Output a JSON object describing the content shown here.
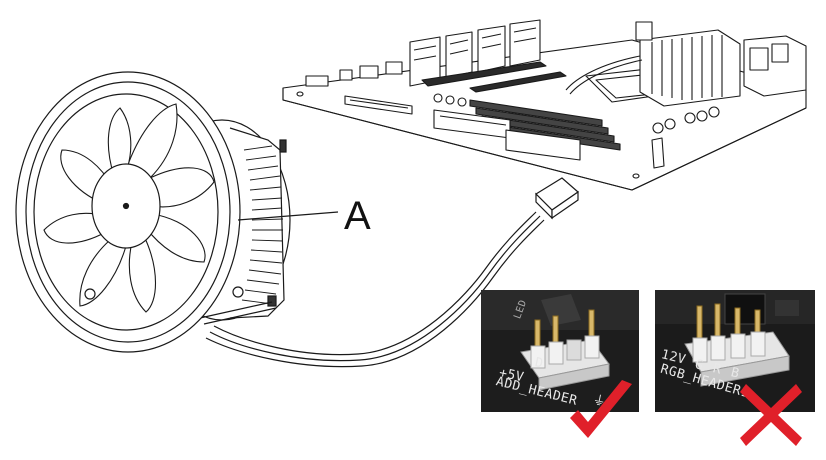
{
  "callout": {
    "label": "A"
  },
  "photos": {
    "correct": {
      "pin_labels": [
        "+5V",
        "D",
        "⏚"
      ],
      "header_label": "ADD_HEADER",
      "led_label": "LED",
      "verdict_icon": "checkmark-icon",
      "verdict_color": "#e0202a"
    },
    "incorrect": {
      "pin_labels": [
        "12V",
        "G",
        "R",
        "B"
      ],
      "header_label": "RGB_HEADER1",
      "verdict_icon": "cross-icon",
      "verdict_color": "#e0202a"
    }
  },
  "colors": {
    "line": "#1a1a1a",
    "board_fill": "#ffffff",
    "photo_bg": "#1b1b1b"
  }
}
